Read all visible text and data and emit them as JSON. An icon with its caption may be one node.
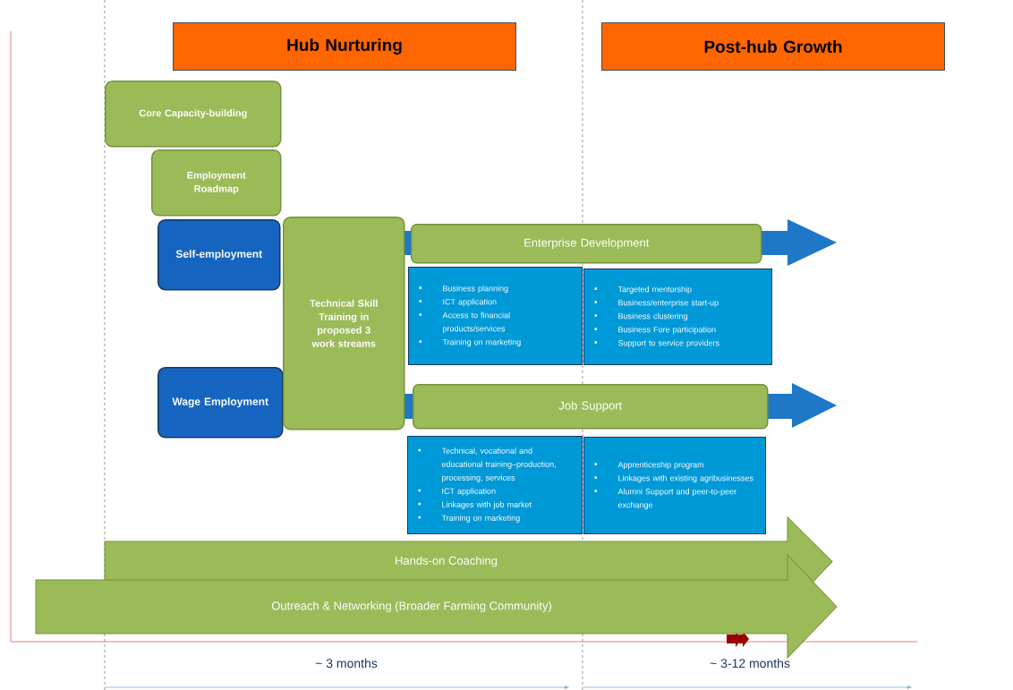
{
  "diagram": {
    "nodes": [
      {
        "text": [
          "Hub Nurturing"
        ]
      },
      {
        "text": [
          "Post-hub Growth"
        ]
      },
      {
        "text": [
          "Core Capacity-building"
        ]
      },
      {
        "text": [
          "Employment Roadmap"
        ]
      },
      {
        "text": [
          "Self-employment"
        ]
      },
      {
        "text": [
          "Wage Employment"
        ]
      },
      {
        "text": [
          "Technical Skill Training in proposed 3 work streams"
        ]
      },
      {
        "text": [
          "Enterprise Development"
        ]
      },
      {
        "text": [
          "Business planning",
          "ICT application",
          "Access to financial products/services",
          "Training on marketing"
        ]
      },
      {
        "text": [
          "Targeted mentorship",
          "Business/enterprise start-up",
          "Business clustering",
          "Business Fore participation",
          "Support to service providers"
        ]
      },
      {
        "text": [
          "Job Support"
        ]
      },
      {
        "text": [
          "Technical, vocational and educational training–production, processing, services",
          "ICT application",
          "Linkages with job market",
          "Training on marketing"
        ]
      },
      {
        "text": [
          "Apprenticeship program",
          "Linkages with existing agribusinesses",
          "Alumni Support and peer-to-peer exchange"
        ]
      },
      {
        "text": [
          "Hands-on Coaching"
        ]
      },
      {
        "text": [
          "Outreach & Networking (Broader Farming Community)"
        ]
      }
    ],
    "labels": [
      "~ 3 months",
      "~ 3-12 months"
    ]
  }
}
